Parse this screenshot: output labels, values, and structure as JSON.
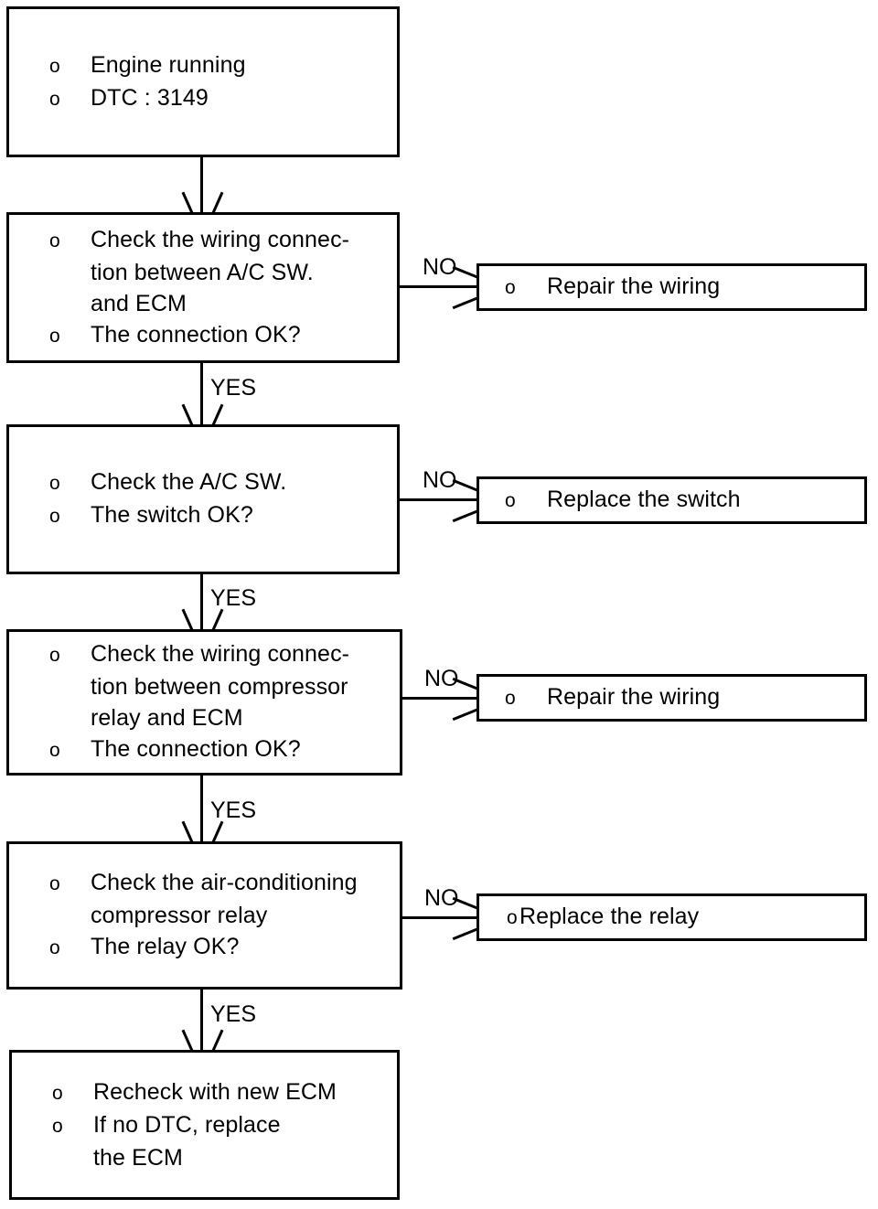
{
  "diagram": {
    "title": "DTC 3149 air-conditioning troubleshooting flowchart",
    "bullet_marker": "o",
    "colors": {
      "line": "#000000",
      "background": "#ffffff",
      "text": "#000000"
    },
    "nodes": [
      {
        "id": "start",
        "lines": [
          {
            "marker": "o",
            "text": "Engine running"
          },
          {
            "marker": "o",
            "text": "DTC : 3149"
          }
        ]
      },
      {
        "id": "check-wiring-acsw-ecm",
        "lines": [
          {
            "marker": "o",
            "text": "Check the wiring connec-"
          },
          {
            "marker": "",
            "text": "tion between A/C SW."
          },
          {
            "marker": "",
            "text": "and ECM"
          },
          {
            "marker": "o",
            "text": "The connection OK?"
          }
        ]
      },
      {
        "id": "repair-wiring-1",
        "lines": [
          {
            "marker": "o",
            "text": "Repair the wiring"
          }
        ]
      },
      {
        "id": "check-acsw",
        "lines": [
          {
            "marker": "o",
            "text": "Check the A/C SW."
          },
          {
            "marker": "o",
            "text": "The switch OK?"
          }
        ]
      },
      {
        "id": "replace-switch",
        "lines": [
          {
            "marker": "o",
            "text": "Replace the switch"
          }
        ]
      },
      {
        "id": "check-wiring-compressor-ecm",
        "lines": [
          {
            "marker": "o",
            "text": "Check the wiring connec-"
          },
          {
            "marker": "",
            "text": "tion between compressor"
          },
          {
            "marker": "",
            "text": "relay and ECM"
          },
          {
            "marker": "o",
            "text": "The connection OK?"
          }
        ]
      },
      {
        "id": "repair-wiring-2",
        "lines": [
          {
            "marker": "o",
            "text": "Repair the wiring"
          }
        ]
      },
      {
        "id": "check-ac-compressor-relay",
        "lines": [
          {
            "marker": "o",
            "text": "Check the air-conditioning"
          },
          {
            "marker": "",
            "text": "compressor relay"
          },
          {
            "marker": "o",
            "text": "The relay OK?"
          }
        ]
      },
      {
        "id": "replace-relay",
        "lines": [
          {
            "marker": "o",
            "text": "Replace the relay"
          }
        ]
      },
      {
        "id": "recheck-ecm",
        "lines": [
          {
            "marker": "o",
            "text": "Recheck with new ECM"
          },
          {
            "marker": "o",
            "text": "If no DTC, replace"
          },
          {
            "marker": "",
            "text": "the ECM"
          }
        ]
      }
    ],
    "edge_labels": {
      "no_1": "NO",
      "yes_1": "YES",
      "no_2": "NO",
      "yes_2": "YES",
      "no_3": "NO",
      "yes_3": "YES",
      "no_4": "NO",
      "yes_4": "YES"
    }
  }
}
